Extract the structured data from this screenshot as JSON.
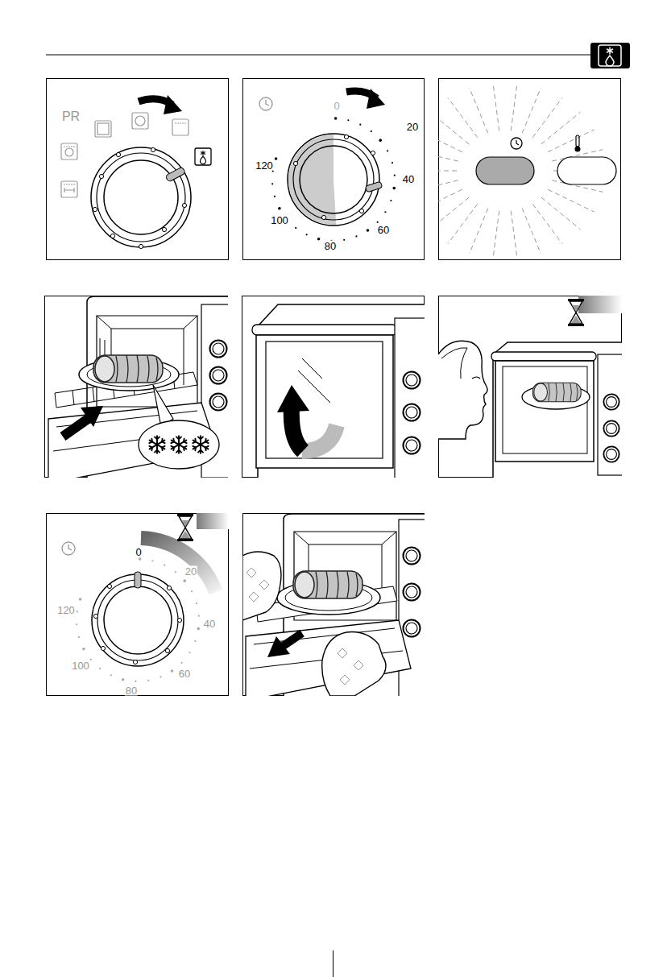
{
  "diagram": {
    "labels": [
      "PR",
      "0",
      "20",
      "40",
      "60",
      "80",
      "100",
      "120",
      "0",
      "20",
      "40",
      "60",
      "80",
      "100",
      "120"
    ]
  }
}
